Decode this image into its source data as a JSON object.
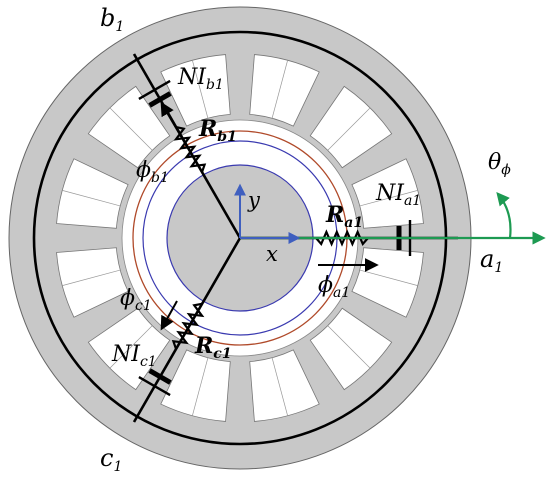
{
  "colors": {
    "stator": "#c8c8c8",
    "airgap": "#ffffff",
    "rotor": "#c8c8c8",
    "rotor_outline": "#3a3ab0",
    "flux_circle": "#b04a2a",
    "theta_arrow": "#1d9a52",
    "axis_arrow": "#3f5fbf",
    "wire": "#000000"
  },
  "labels": {
    "b1": {
      "main": "b",
      "sub": "1"
    },
    "c1": {
      "main": "c",
      "sub": "1"
    },
    "a1": {
      "main": "a",
      "sub": "1"
    },
    "ni_b1": {
      "main": "NI",
      "sub": "b1"
    },
    "ni_a1": {
      "main": "NI",
      "sub": "a1"
    },
    "ni_c1": {
      "main": "NI",
      "sub": "c1"
    },
    "r_b1": {
      "main": "R",
      "sub": "b1"
    },
    "r_a1": {
      "main": "R",
      "sub": "a1"
    },
    "r_c1": {
      "main": "R",
      "sub": "c1"
    },
    "phi_b1": {
      "main": "ϕ",
      "sub": "b1"
    },
    "phi_a1": {
      "main": "ϕ",
      "sub": "a1"
    },
    "phi_c1": {
      "main": "ϕ",
      "sub": "c1"
    },
    "theta_phi": {
      "main": "θ",
      "sub": "ϕ"
    },
    "x_axis": "x",
    "y_axis": "y"
  }
}
